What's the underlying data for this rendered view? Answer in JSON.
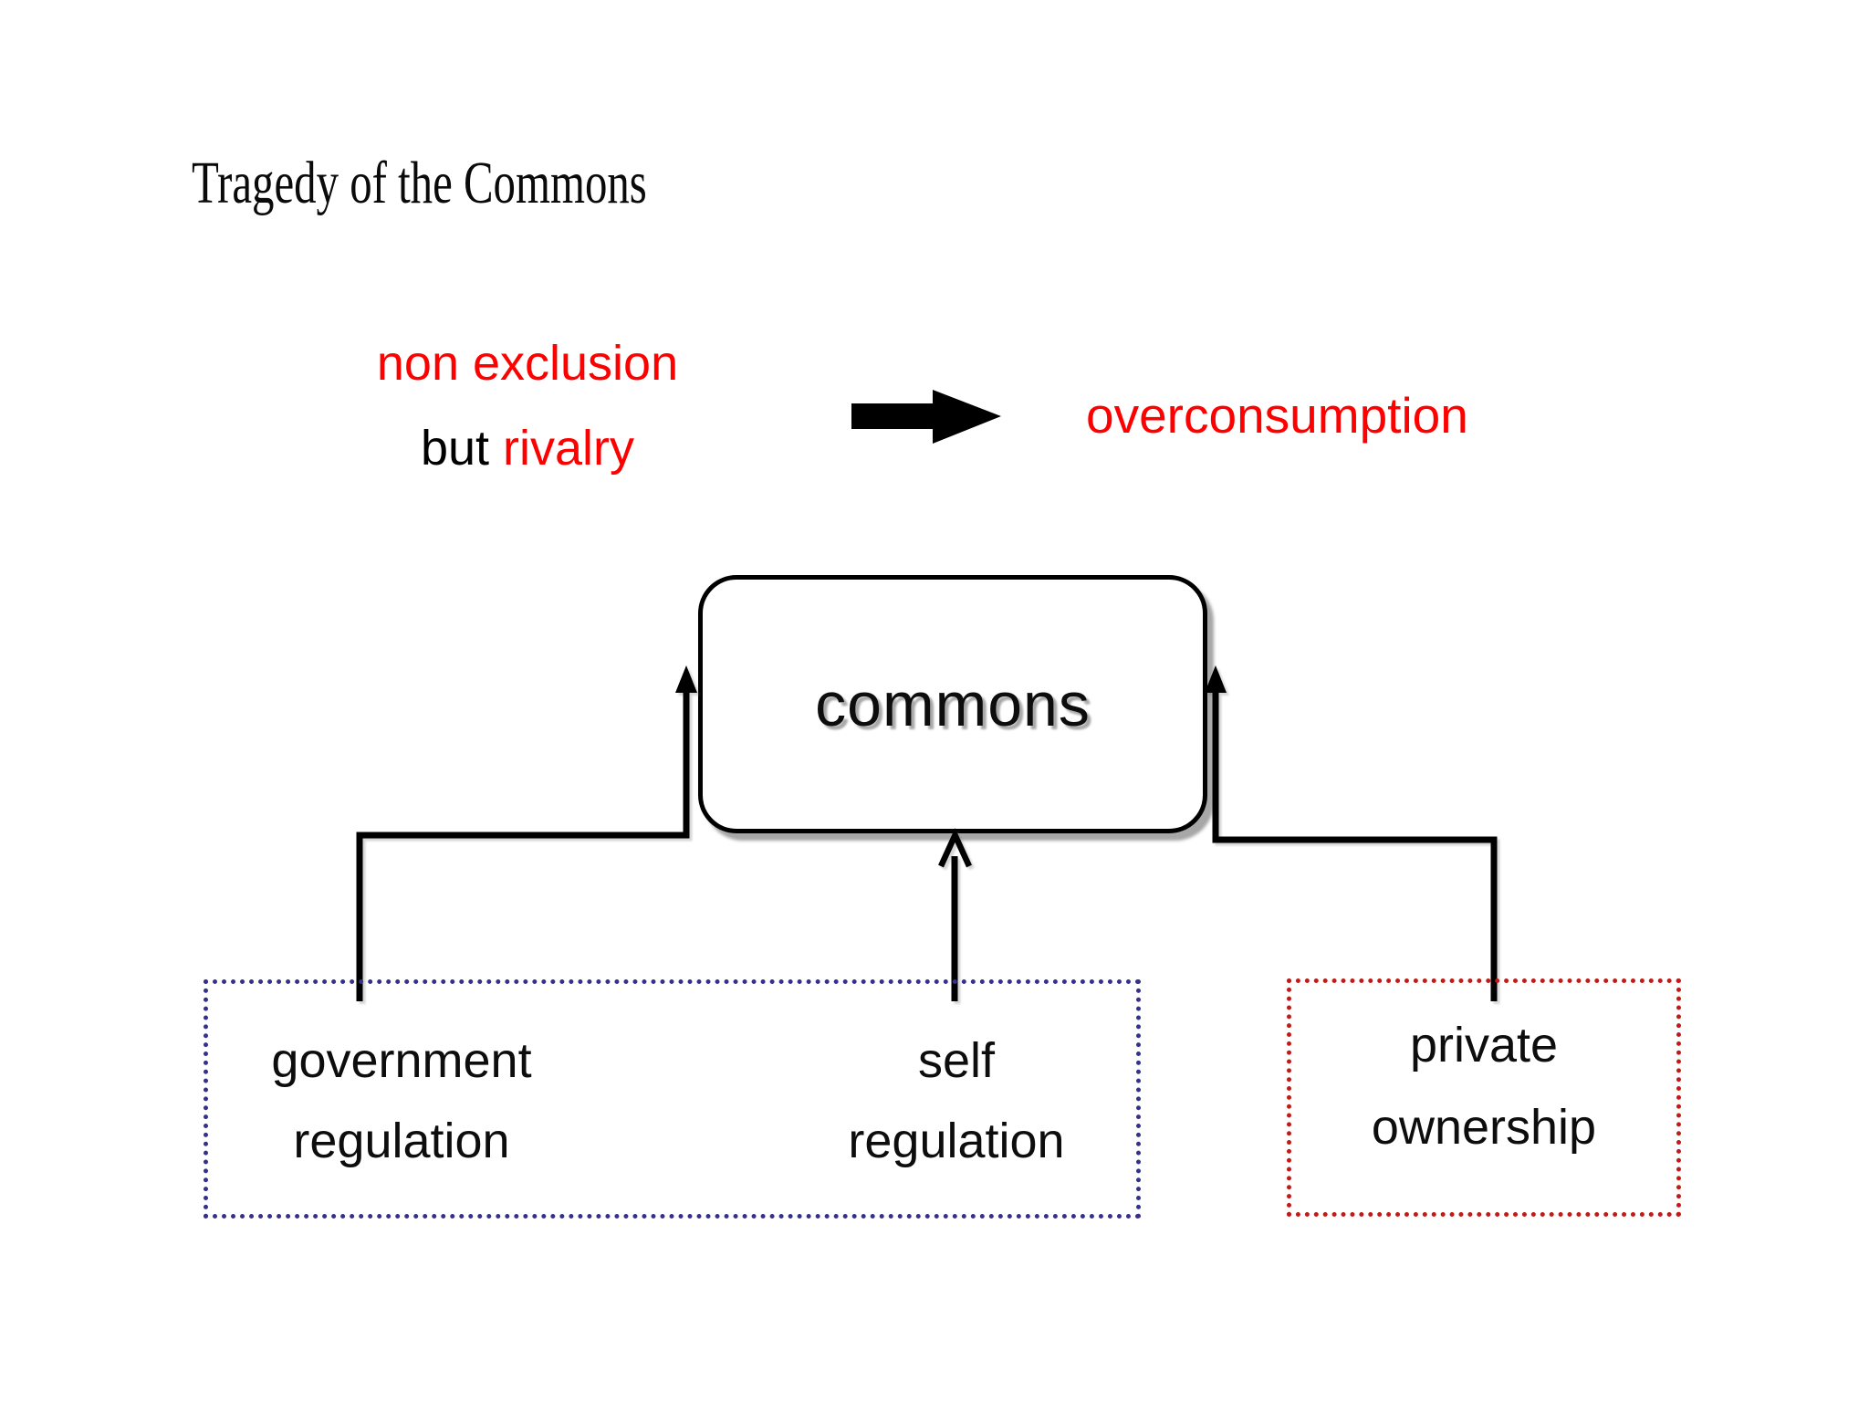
{
  "title": "Tragedy of the Commons",
  "premise": {
    "line1": "non exclusion",
    "line2_black": "but",
    "line2_red": "rivalry"
  },
  "outcome": {
    "label": "overconsumption"
  },
  "commons": {
    "label": "commons"
  },
  "options": {
    "government": {
      "line1": "government",
      "line2": "regulation"
    },
    "self": {
      "line1": "self",
      "line2": "regulation"
    },
    "private": {
      "line1": "private",
      "line2": "ownership"
    }
  },
  "icons": {
    "flow_arrow": "arrow-right-icon",
    "left_branch_arrow": "arrow-up-icon",
    "middle_branch_arrow": "arrow-up-open-icon",
    "right_branch_arrow": "arrow-up-icon"
  },
  "colors": {
    "accent_red": "#ff0000",
    "line_black": "#000000",
    "regulation_border_blue": "#34318c",
    "ownership_border_red": "#c11b17",
    "commons_shadow_gray": "#a8a8a8"
  }
}
